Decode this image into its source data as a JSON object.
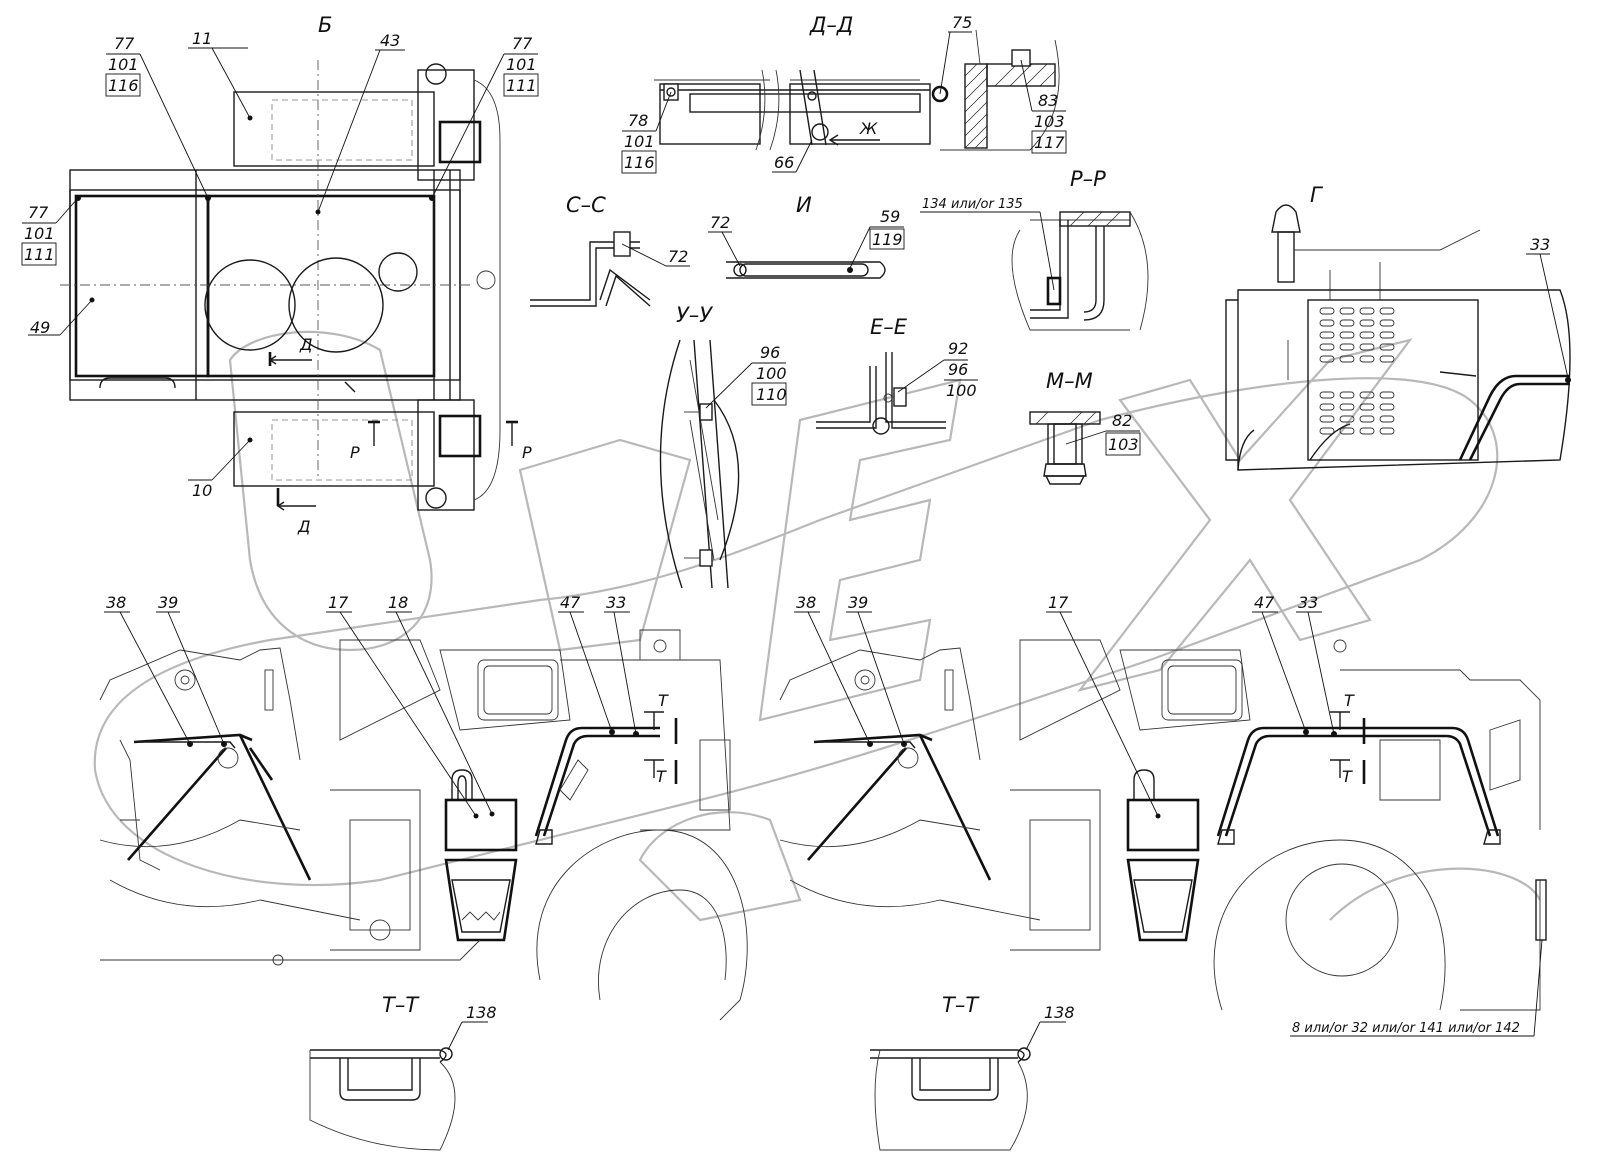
{
  "sections": {
    "B": "Б",
    "DD": "Д–Д",
    "CC": "С–С",
    "I": "И",
    "RR": "Р–Р",
    "G": "Г",
    "UU": "У–У",
    "EE": "Е–Е",
    "MM": "М–М",
    "TT1": "Т–Т",
    "TT2": "Т–Т"
  },
  "view_marks": {
    "D_top": "Д",
    "D_bottom": "Д",
    "R_left": "Р",
    "R_right": "Р",
    "Zh": "Ж",
    "T1a": "Т",
    "T1b": "Т",
    "T2a": "Т",
    "T2b": "Т"
  },
  "callouts": {
    "b_11": "11",
    "b_43": "43",
    "b_10": "10",
    "b_49": "49",
    "b_stack_left_a": "77",
    "b_stack_left_b": "101",
    "b_stack_left_c": "116",
    "b_stack_right_a": "77",
    "b_stack_right_b": "101",
    "b_stack_right_c": "111",
    "b_stack_side_a": "77",
    "b_stack_side_b": "101",
    "b_stack_side_c": "111",
    "dd_75": "75",
    "dd_66": "66",
    "dd_stack_a": "78",
    "dd_stack_b": "101",
    "dd_stack_c": "116",
    "dd_stack2_a": "83",
    "dd_stack2_b": "103",
    "dd_stack2_c": "117",
    "cc_72": "72",
    "i_72": "72",
    "i_59": "59",
    "i_119": "119",
    "rr_note_a": "134",
    "rr_note_or1": " или/or ",
    "rr_note_b": "135",
    "g_33": "33",
    "uu_a": "96",
    "uu_b": "100",
    "uu_c": "110",
    "ee_a": "92",
    "ee_b": "96",
    "ee_c": "100",
    "mm_a": "82",
    "mm_b": "103",
    "l_38": "38",
    "l_39": "39",
    "l_17": "17",
    "l_18": "18",
    "l_47": "47",
    "l_33": "33",
    "r_38": "38",
    "r_39": "39",
    "r_17": "17",
    "r_47": "47",
    "r_33": "33",
    "tt1_138": "138",
    "tt2_138": "138",
    "bot_8": "8",
    "bot_or1": " или/or ",
    "bot_32": "32",
    "bot_or2": " или/or ",
    "bot_141": "141",
    "bot_or3": " или/or ",
    "bot_142": "142"
  },
  "watermark": "OPEX"
}
